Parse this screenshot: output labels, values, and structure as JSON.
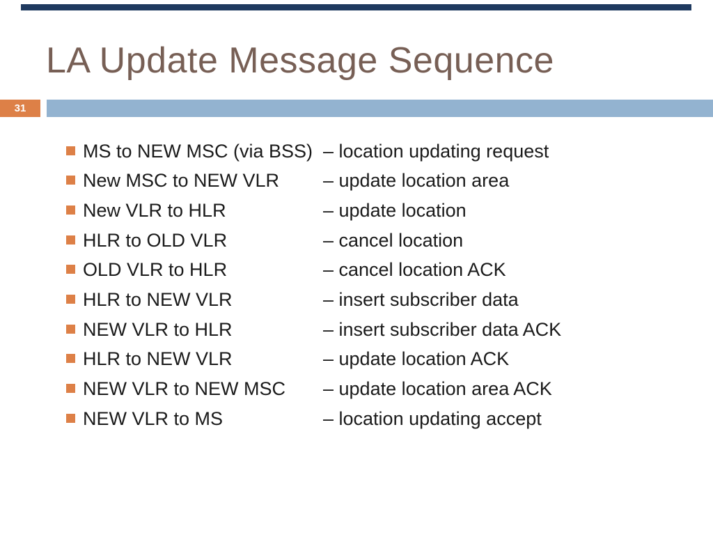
{
  "slide": {
    "page_number": "31",
    "title": "LA Update Message Sequence",
    "theme_colors": {
      "top_bar": "#1F3A5F",
      "band_blue": "#93B3D0",
      "accent_orange": "#DD8047",
      "title_text": "#775F55",
      "body_text": "#1A1A1A"
    },
    "bullets": [
      {
        "route": "MS to NEW MSC (via BSS)",
        "message": "– location updating request"
      },
      {
        "route": "New MSC to NEW VLR",
        "message": "– update location area"
      },
      {
        "route": "New VLR to HLR",
        "message": "– update location"
      },
      {
        "route": "HLR to OLD VLR",
        "message": "– cancel location"
      },
      {
        "route": "OLD VLR to HLR",
        "message": "– cancel location ACK"
      },
      {
        "route": "HLR to NEW VLR",
        "message": "– insert subscriber data"
      },
      {
        "route": "NEW VLR to HLR",
        "message": "– insert subscriber data ACK"
      },
      {
        "route": "HLR to NEW VLR",
        "message": "– update location ACK"
      },
      {
        "route": "NEW VLR to NEW MSC",
        "message": "– update location area ACK"
      },
      {
        "route": "NEW VLR to MS",
        "message": "– location updating accept"
      }
    ]
  }
}
